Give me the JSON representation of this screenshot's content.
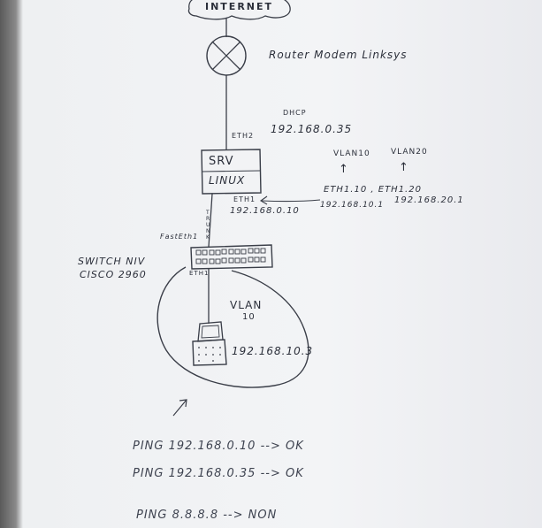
{
  "labels": {
    "internet": "INTERNET",
    "router": "Router Modem Linksys",
    "dhcp": "DHCP",
    "eth2": "ETH2",
    "srv_ip": "192.168.0.35",
    "srv": "SRV",
    "linux": "LINUX",
    "vlan10": "VLAN10",
    "vlan20": "VLAN20",
    "arrow_up_1": "↑",
    "arrow_up_2": "↑",
    "eth1": "ETH1",
    "eth1_ip": "192.168.0.10",
    "subifaces": "ETH1.10 , ETH1.20",
    "subiface_ip_10": "192.168.10.1",
    "subiface_ip_20": "192.168.20.1",
    "trunk": "T\nR\nU\nN\nK",
    "fasteth": "FastEth1",
    "switch_name": "SWITCH NIV",
    "switch_model": "CISCO 2960",
    "eth_low": "ETH1",
    "vlan_label": "VLAN",
    "vlan_num": "10",
    "pc_ip": "192.168.10.3"
  },
  "pings": [
    {
      "text": "PING  192.168.0.10 --> OK"
    },
    {
      "text": "PING  192.168.0.35 --> OK"
    },
    {
      "text": "PING  8.8.8.8 --> NON"
    }
  ],
  "colors": {
    "ink": "#2b2f3a",
    "paper": "#f3f4f6"
  }
}
